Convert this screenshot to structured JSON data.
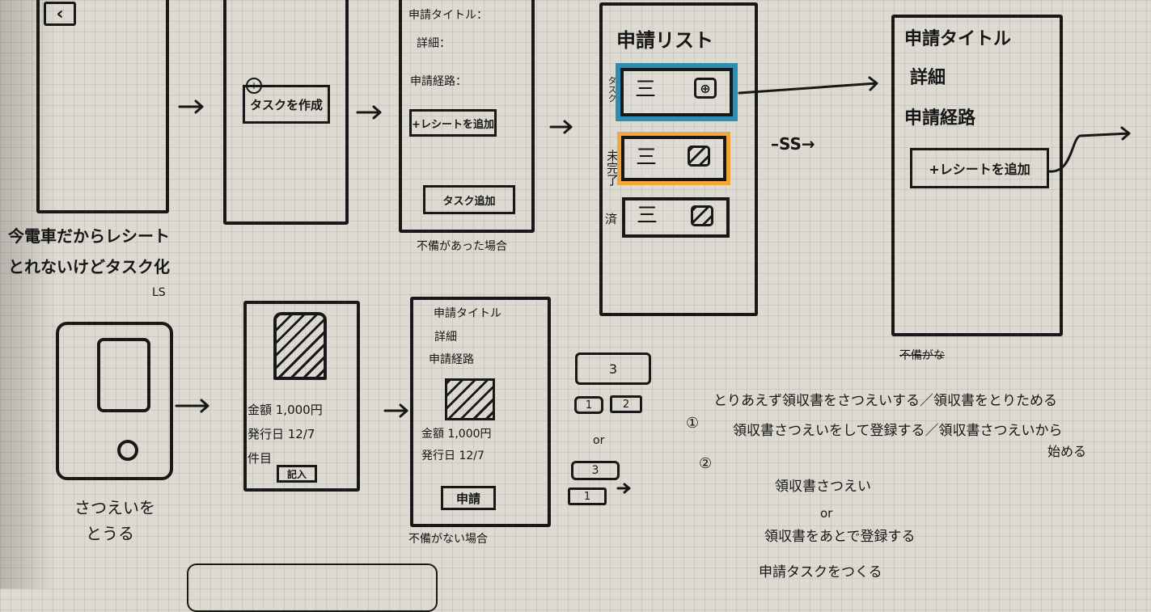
{
  "top_row": {
    "screen1": {
      "back_icon": "‹",
      "caption_line1": "今電車だからレシート",
      "caption_line2": "とれないけどタスク化",
      "caption_line3": "LS"
    },
    "screen2": {
      "button": "タスクを作成"
    },
    "screen3": {
      "title_label": "申請タイトル：",
      "detail_label": "詳細：",
      "route_label": "申請経路：",
      "add_receipt": "+レシートを追加",
      "add_task": "タスク追加",
      "caption": "不備があった場合"
    },
    "screen4": {
      "title": "申請リスト",
      "side_labels": [
        "タスク",
        "未完了",
        "済"
      ],
      "menu_icon": "三",
      "plus_icon": "⊕"
    },
    "screen5": {
      "title_label": "申請タイトル",
      "detail_label": "詳細",
      "route_label": "申請経路",
      "add_receipt": "+レシートを追加",
      "caption": "不備がな"
    },
    "squiggle_arrow": "–SS→"
  },
  "bottom_row": {
    "camera": {
      "caption_line1": "さつえいを",
      "caption_line2": "とうる"
    },
    "result": {
      "amount": "金額 1,000円",
      "date": "発行日 12/7",
      "field": "件目",
      "input_button": "記入"
    },
    "form": {
      "title_label": "申請タイトル",
      "detail_label": "詳細",
      "route_label": "申請経路",
      "amount": "金額 1,000円",
      "date": "発行日 12/7",
      "submit": "申請",
      "caption": "不備がない場合"
    },
    "stack": {
      "top_num": "3",
      "small_a": "1",
      "small_b": "2",
      "or1": "or",
      "mid_num": "3",
      "bottom_num": "1"
    },
    "notes": {
      "item1_marker": "①",
      "item1_text": "とりあえず領収書をさつえいする／領収書をとりためる",
      "item2_marker": "②",
      "item2_text": "領収書さつえいをして登録する／領収書さつえいから",
      "item2_cont": "始める",
      "sub1": "領収書さつえい",
      "sub_or": "or",
      "sub2": "領収書をあとで登録する",
      "sub3": "申請タスクをつくる"
    }
  },
  "colors": {
    "ink": "#181818",
    "paper": "#dddad1",
    "highlight_blue": "#2a8fb0",
    "highlight_orange": "#f0a63a"
  }
}
